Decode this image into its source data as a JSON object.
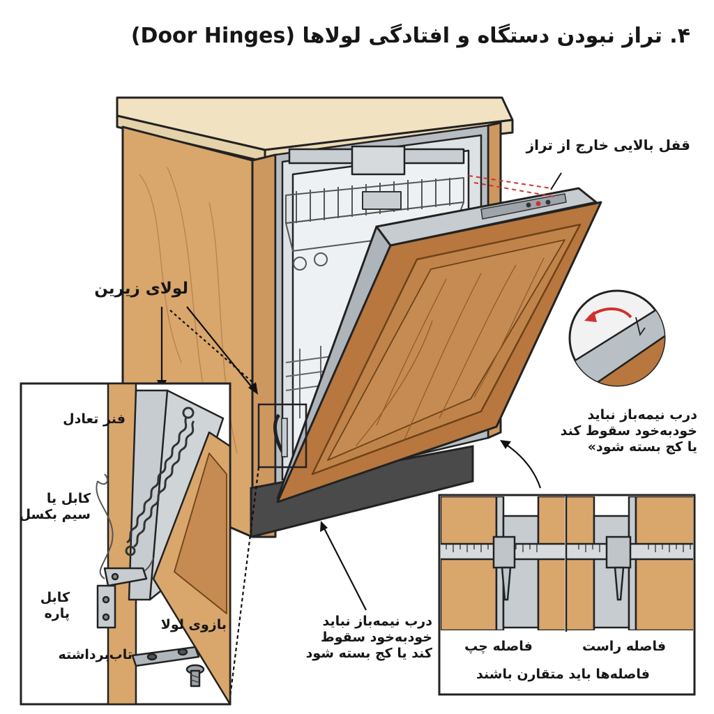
{
  "title": "۴. تراز نبودن دستگاه و افتادگی لولاها (Door Hinges)",
  "labels": {
    "top_lock": "قفل بالایی خارج از تراز",
    "lower_hinge": "لولای زیرین",
    "balance_spring": "فنر تعادل",
    "cable": "کابل یا\nسیم بکسل",
    "broken_cable": "کابل\nپاره",
    "hinge_arm": "بازوی لولا",
    "bent_pin": "تاب‌برداشته",
    "door_note_right": "درب نیمه‌باز نباید\nخودبه‌خود سقوط کند\nیا کج بسته شود»",
    "door_note_bottom": "درب نیمه‌باز نباید\nخودبه‌خود سقوط\nکند یا کج بسته شود",
    "gap_left": "فاصله چپ",
    "gap_right": "فاصله راست",
    "gaps_symmetric": "فاصله‌ها باید متقارن باشند"
  },
  "colors": {
    "wood_side": "#D9A66C",
    "wood_door": "#B7773F",
    "countertop": "#F1E2C2",
    "steel": "#C6CCD0",
    "plinth": "#4A4A4A",
    "outline": "#222222",
    "alert": "#D0312D"
  },
  "icons": [
    "balance-spring-icon",
    "hinge-screw-icon",
    "warp-arrow-icon",
    "caliper-icon"
  ]
}
